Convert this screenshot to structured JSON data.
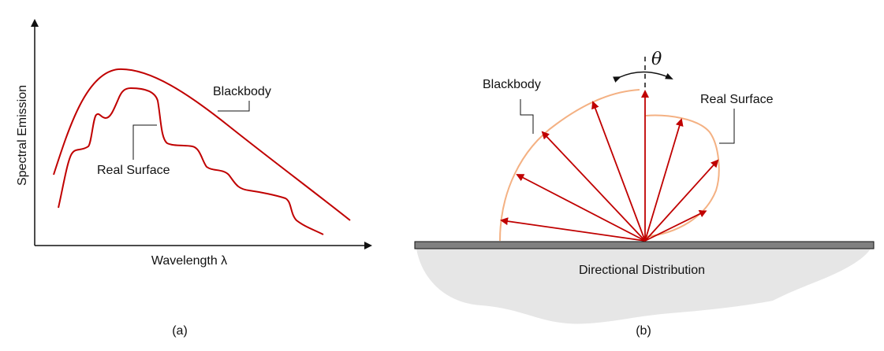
{
  "panel_a": {
    "y_axis_label": "Spectral Emission",
    "x_axis_label": "Wavelength λ",
    "blackbody_label": "Blackbody",
    "real_surface_label": "Real Surface",
    "caption": "(a)",
    "curve_color": "#c00000"
  },
  "panel_b": {
    "angle_label": "θ",
    "blackbody_label": "Blackbody",
    "real_surface_label": "Real Surface",
    "surface_label": "Directional Distribution",
    "caption": "(b)",
    "arrow_color": "#c00000",
    "envelope_color": "#f4b183",
    "surface_color": "#808080",
    "ground_color": "#e6e6e6"
  }
}
